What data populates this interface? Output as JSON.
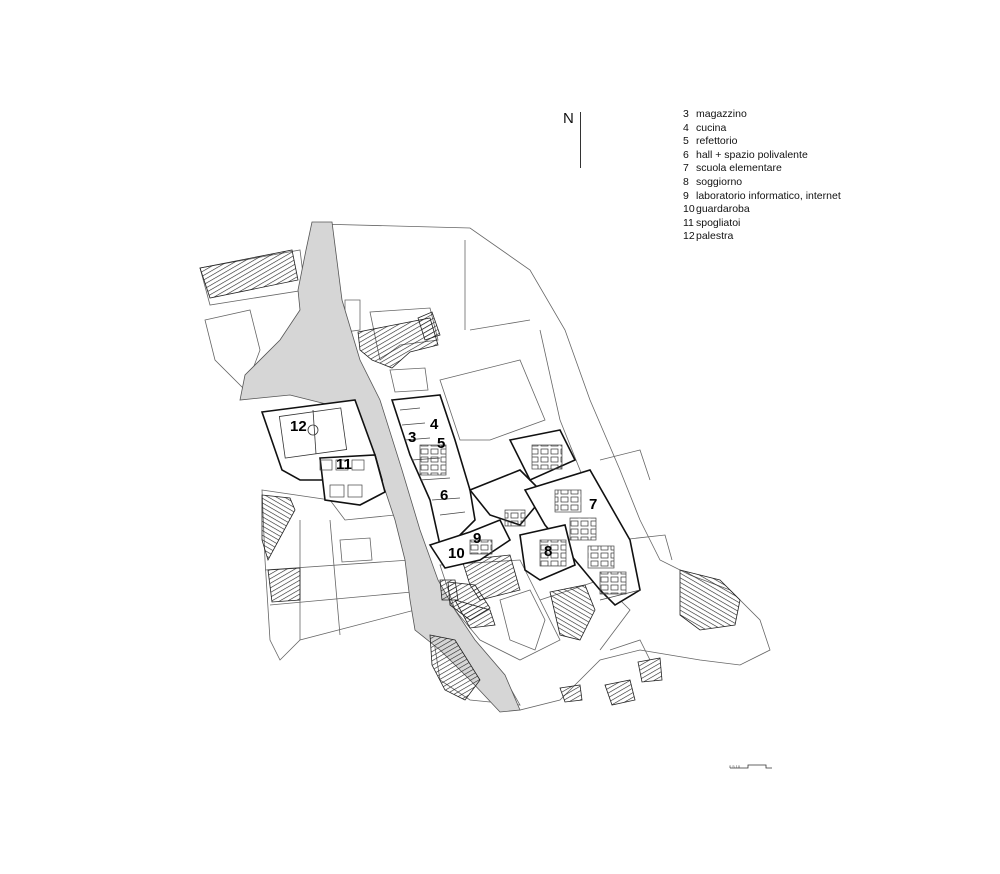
{
  "north_label": "N",
  "legend": [
    {
      "num": "3",
      "label": "magazzino"
    },
    {
      "num": "4",
      "label": "cucina"
    },
    {
      "num": "5",
      "label": "refettorio"
    },
    {
      "num": "6",
      "label": "hall + spazio polivalente"
    },
    {
      "num": "7",
      "label": "scuola elementare"
    },
    {
      "num": "8",
      "label": "soggiorno"
    },
    {
      "num": "9",
      "label": "laboratorio informatico, internet"
    },
    {
      "num": "10",
      "label": "guardaroba"
    },
    {
      "num": "11",
      "label": "spogliatoi"
    },
    {
      "num": "12",
      "label": "palestra"
    }
  ],
  "room_numbers": {
    "r3": "3",
    "r4": "4",
    "r5": "5",
    "r6": "6",
    "r7": "7",
    "r8": "8",
    "r9": "9",
    "r10": "10",
    "r11": "11",
    "r12": "12"
  },
  "scale_text": "0    5    10",
  "colors": {
    "street": "#d6d6d6",
    "line": "#555555",
    "wall": "#111111"
  }
}
